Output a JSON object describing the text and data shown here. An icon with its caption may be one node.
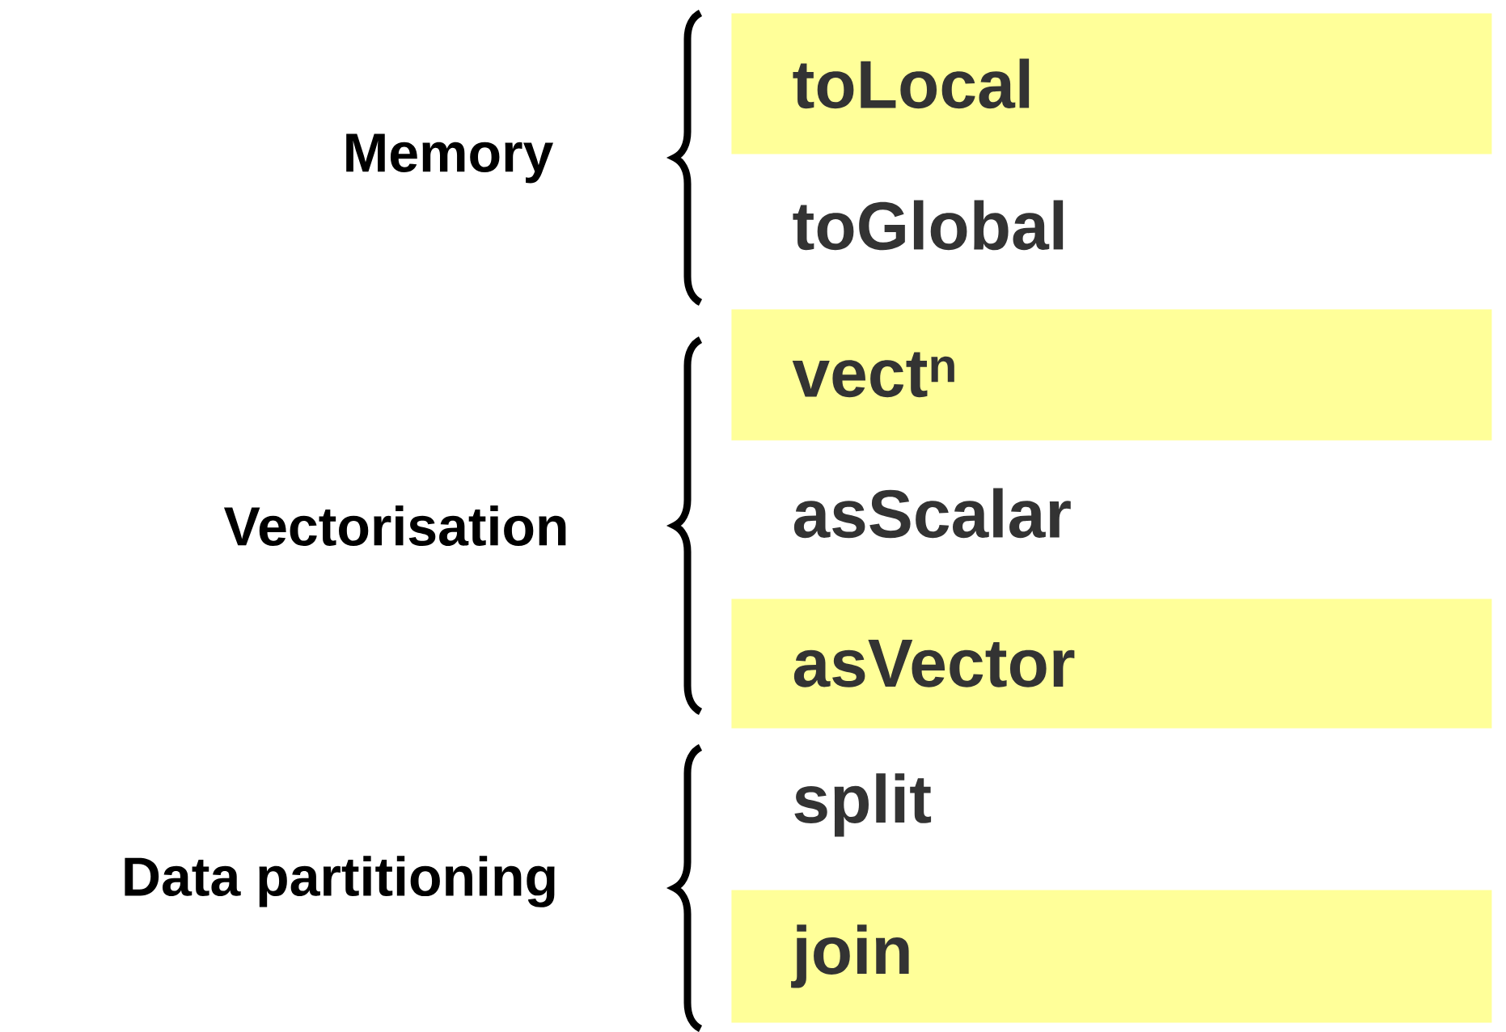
{
  "diagram": {
    "nodes": [
      {
        "text": [
          "toLocal"
        ]
      },
      {
        "text": [
          "toGlobal"
        ]
      },
      {
        "text": [
          "vect$^{n}$"
        ]
      },
      {
        "text": [
          "asScalar"
        ]
      },
      {
        "text": [
          "asVector"
        ]
      },
      {
        "text": [
          "split"
        ]
      },
      {
        "text": [
          "join"
        ]
      }
    ],
    "labels": [
      "Memory",
      "Vectorisation",
      "Data partitioning"
    ]
  }
}
